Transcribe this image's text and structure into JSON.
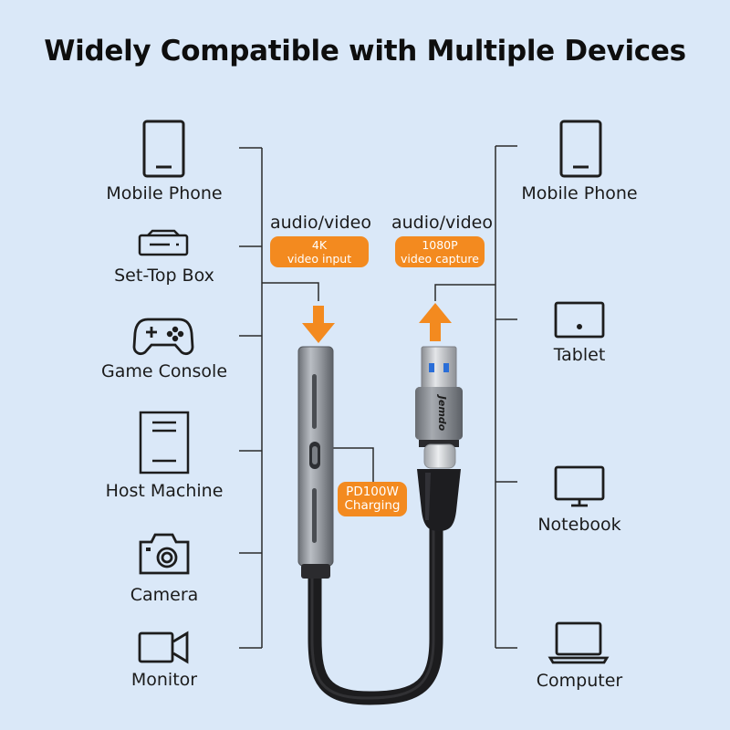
{
  "title": "Widely Compatible with Multiple Devices",
  "left_devices": [
    {
      "label": "Mobile Phone",
      "icon": "phone-icon"
    },
    {
      "label": "Set-Top Box",
      "icon": "set-top-box-icon"
    },
    {
      "label": "Game Console",
      "icon": "gamepad-icon"
    },
    {
      "label": "Host Machine",
      "icon": "host-machine-icon"
    },
    {
      "label": "Camera",
      "icon": "camera-icon"
    },
    {
      "label": "Monitor",
      "icon": "video-camera-icon"
    }
  ],
  "right_devices": [
    {
      "label": "Mobile Phone",
      "icon": "phone-icon"
    },
    {
      "label": "Tablet",
      "icon": "tablet-icon"
    },
    {
      "label": "Notebook",
      "icon": "monitor-icon"
    },
    {
      "label": "Computer",
      "icon": "laptop-icon"
    }
  ],
  "input": {
    "heading": "audio/video",
    "line1": "4K",
    "line2": "video input"
  },
  "capture": {
    "heading": "audio/video",
    "line1": "1080P",
    "line2": "video capture"
  },
  "charging": {
    "line1": "PD100W",
    "line2": "Charging"
  },
  "brand": "Jemdo",
  "colors": {
    "background": "#dae8f8",
    "accent": "#f38a1f",
    "line": "#2a2a2a"
  }
}
